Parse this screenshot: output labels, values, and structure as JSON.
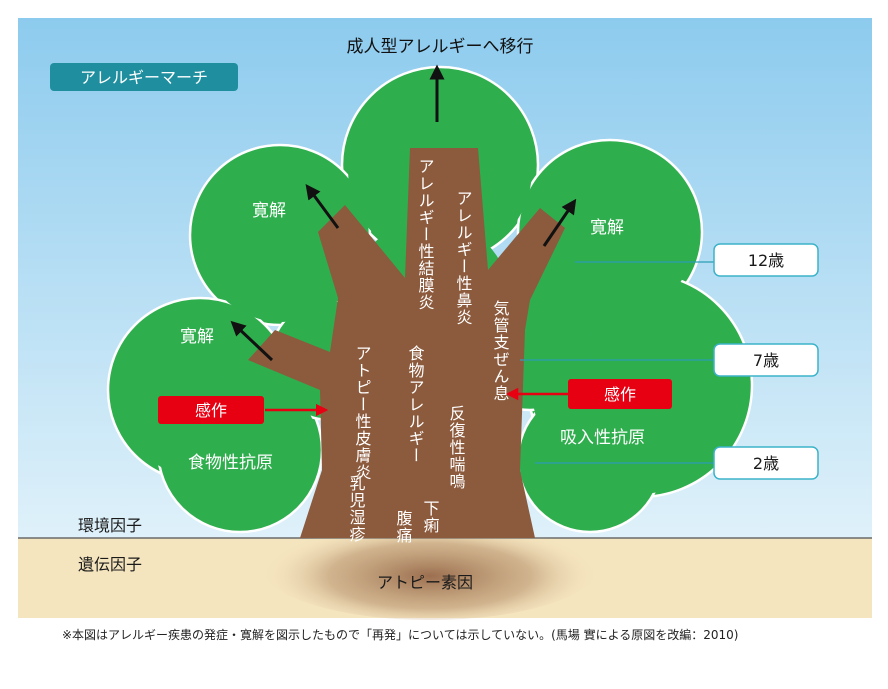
{
  "title": "成人型アレルギーへ移行",
  "badge": "アレルギーマーチ",
  "remission_label": "寛解",
  "sensitization_label": "感作",
  "food_antigen": "食物性抗原",
  "inhaled_antigen": "吸入性抗原",
  "environment_factor": "環境因子",
  "genetic_factor": "遺伝因子",
  "atopic_factor": "アトピー素因",
  "ages": [
    "12歳",
    "7歳",
    "2歳"
  ],
  "diseases": {
    "conjunctivitis": "アレルギー性結膜炎",
    "rhinitis": "アレルギー性鼻炎",
    "asthma": "気管支ぜん息",
    "dermatitis": "アトピー性皮膚炎",
    "food_allergy": "食物アレルギー",
    "wheezing": "反復性喘鳴",
    "eczema": "乳児湿疹",
    "diarrhea": "下痢",
    "abdominal_pain": "腹痛"
  },
  "footnote": "※本図はアレルギー疾患の発症・寛解を図示したもので「再発」については示していない。(馬場 實による原図を改編：2010)",
  "colors": {
    "sky": "#a7d6f0",
    "foliage": "#2fae4e",
    "trunk": "#8c5a3c",
    "ground": "#f5e5bf",
    "badge": "#1f8fa0",
    "sensitization": "#e60012",
    "age_box_border": "#3bb3c8"
  }
}
